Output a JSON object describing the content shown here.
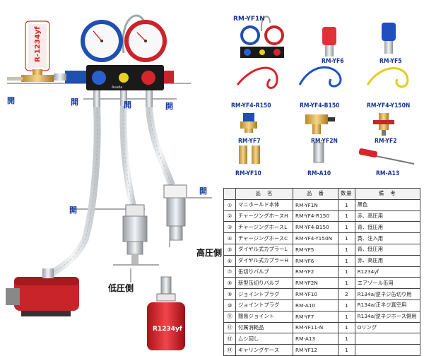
{
  "diagram": {
    "refrigerant_label": "R-1234yf",
    "can_label": "R1234yf",
    "open_label": "開",
    "high_side_label": "高圧側",
    "low_side_label": "低圧側",
    "manifold_brand": "Asada"
  },
  "parts": {
    "manifold": "RM-YF1N",
    "coupler_red": "RM-YF6",
    "coupler_blue": "RM-YF5",
    "hose_red": "RM-YF4-R150",
    "hose_blue": "RM-YF4-B150",
    "hose_yellow": "RM-YF4-Y150N",
    "joint_gauge": "RM-YF7",
    "valve_brass": "RM-YF2N",
    "valve_tap": "RM-YF2",
    "joint_plug": "RM-YF10",
    "joint_plug_a": "RM-A10",
    "core_tool": "RM-A13"
  },
  "table": {
    "headers": [
      "",
      "品　名",
      "品　番",
      "数量",
      "備　考"
    ],
    "rows": [
      [
        "①",
        "マニホールド本体",
        "RM-YF1N",
        "1",
        "黒色"
      ],
      [
        "②",
        "チャージングホースH",
        "RM-YF4-R150",
        "1",
        "赤、高圧用"
      ],
      [
        "③",
        "チャージングホースL",
        "RM-YF4-B150",
        "1",
        "青、低圧用"
      ],
      [
        "④",
        "チャージングホースC",
        "RM-YF4-Y150N",
        "1",
        "黄、注入用"
      ],
      [
        "⑤",
        "ダイヤル式カプラーL",
        "RM-YF5",
        "1",
        "青、低圧用"
      ],
      [
        "⑥",
        "ダイヤル式カプラーH",
        "RM-YF6",
        "1",
        "赤、高圧用"
      ],
      [
        "⑦",
        "缶切りバルブ",
        "RM-YF2",
        "1",
        "R1234yf"
      ],
      [
        "⑧",
        "新型缶切りバルブ",
        "RM-YF2N",
        "1",
        "エアゾール缶用"
      ],
      [
        "⑨",
        "ジョイントプラグ",
        "RM-YF10",
        "2",
        "R134a/逆ネジ缶切り用"
      ],
      [
        "⑩",
        "ジョイントプラグ",
        "RM-A10",
        "1",
        "R134a/正ネジ真空用"
      ],
      [
        "⑪",
        "簡易ジョイント",
        "RM-YF7",
        "1",
        "R134a/逆ネジホース側用"
      ],
      [
        "⑫",
        "付属消耗品",
        "RM-YF11-N",
        "1",
        "Oリング"
      ],
      [
        "⑬",
        "ムシ回し",
        "RM-A13",
        "1",
        ""
      ],
      [
        "⑭",
        "キャリングケース",
        "RM-YF12",
        "1",
        ""
      ]
    ]
  }
}
